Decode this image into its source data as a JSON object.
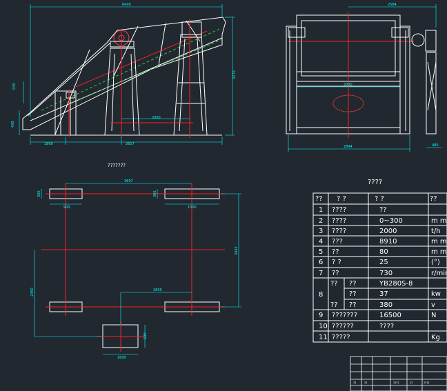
{
  "drawing": {
    "plan_caption": "???????",
    "table_caption": "????",
    "dims": {
      "front_width_top": "6400",
      "front_height": "3270",
      "front_left_small": "930",
      "front_left_low": "430",
      "front_bottom_left": "1869",
      "front_bottom_mid": "2000",
      "front_bottom_right": "2657",
      "side_top": "2584",
      "side_inner": "2000",
      "side_bottom": "2894",
      "side_right": "480",
      "plan_top": "3697",
      "plan_pad_left": "900",
      "plan_pad_right": "1500",
      "plan_pad_h_left": "300",
      "plan_pad_h_right": "300",
      "plan_right_height": "3445",
      "plan_left_height": "2350",
      "plan_mid": "2650",
      "plan_motor_w": "1600",
      "plan_motor_h": "600"
    },
    "table": {
      "headers": [
        "??",
        "?  ?",
        "?     ?",
        "??"
      ],
      "rows": [
        {
          "no": "1",
          "name": "????",
          "sub": "",
          "value": "??",
          "unit": ""
        },
        {
          "no": "2",
          "name": "????",
          "sub": "",
          "value": "0~300",
          "unit": "m m"
        },
        {
          "no": "3",
          "name": "????",
          "sub": "",
          "value": "2000",
          "unit": "t/h"
        },
        {
          "no": "4",
          "name": "???",
          "sub": "",
          "value": "8910",
          "unit": "m m"
        },
        {
          "no": "5",
          "name": "??",
          "sub": "",
          "value": "80",
          "unit": "m m"
        },
        {
          "no": "6",
          "name": "?  ?",
          "sub": "",
          "value": "25",
          "unit": "(°)"
        },
        {
          "no": "7",
          "name": "??",
          "sub": "",
          "value": "730",
          "unit": "r/min"
        },
        {
          "no": "8a",
          "name": "??",
          "sub": "??",
          "value": "YB280S-8",
          "unit": ""
        },
        {
          "no": "8b",
          "name": "",
          "sub": "??",
          "value": "37",
          "unit": "kw"
        },
        {
          "no": "8c",
          "name": "??",
          "sub": "??",
          "value": "380",
          "unit": "v"
        },
        {
          "no": "9",
          "name": "???????",
          "sub": "",
          "value": "16500",
          "unit": "N"
        },
        {
          "no": "10",
          "name": "??????",
          "sub": "",
          "value": "????",
          "unit": ""
        },
        {
          "no": "11",
          "name": "?????",
          "sub": "",
          "value": "",
          "unit": "Kg"
        }
      ],
      "row8_no": "8"
    },
    "title_block": {
      "cells": [
        "??",
        "??",
        "????",
        "??",
        "????"
      ]
    }
  }
}
